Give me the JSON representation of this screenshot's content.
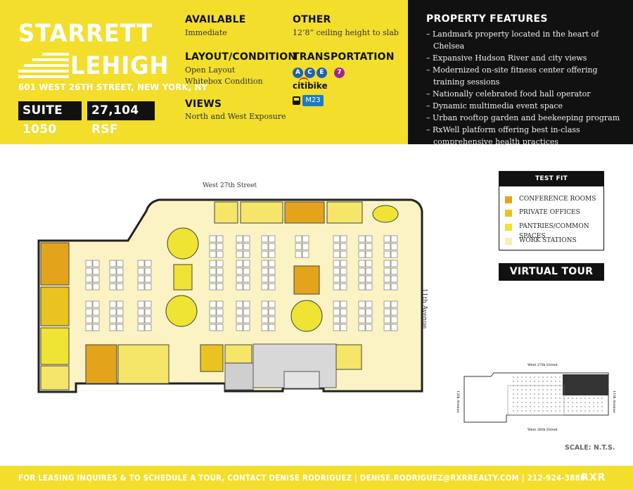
{
  "brand": {
    "line1": "STARRETT",
    "line2": "LEHIGH",
    "address": "601 WEST 26TH STREET, NEW YORK, NY",
    "suite": "SUITE 1050",
    "rsf": "27,104 RSF"
  },
  "details": {
    "available": {
      "heading": "AVAILABLE",
      "text": "Immediate"
    },
    "layout": {
      "heading": "LAYOUT/CONDITION",
      "lines": [
        "Open Layout",
        "Whitebox Condition"
      ]
    },
    "views": {
      "heading": "VIEWS",
      "text": "North and West Exposure"
    },
    "other": {
      "heading": "OTHER",
      "text": "12’8” ceiling height to slab"
    },
    "transportation": {
      "heading": "TRANSPORTATION",
      "subway_lines": [
        {
          "label": "A",
          "color": "#1f5fb4"
        },
        {
          "label": "C",
          "color": "#1f5fb4"
        },
        {
          "label": "E",
          "color": "#1f5fb4"
        },
        {
          "label": "7",
          "color": "#9c2a8e"
        }
      ],
      "bike": "citibike",
      "bus": "M23"
    }
  },
  "features": {
    "heading": "PROPERTY FEATURES",
    "items": [
      "Landmark property located in the heart of Chelsea",
      "Expansive Hudson River and city views",
      "Modernized on-site fitness center offering training sessions",
      "Nationally celebrated food hall operator",
      "Dynamic multimedia event space",
      "Urban rooftop garden and beekeeping program",
      "RxWell platform offering best in-class comprehensive health practices"
    ]
  },
  "plan": {
    "north_street": "West 27th Street",
    "east_avenue": "11th Avenue",
    "keyplan": {
      "north_street": "West 27th Street",
      "south_street": "West 26th Street",
      "east_avenue": "11th Avenue",
      "west_avenue": "12th Avenue"
    },
    "scale": "SCALE: N.T.S."
  },
  "legend": {
    "title": "TEST FIT",
    "items": [
      {
        "label": "CONFERENCE ROOMS",
        "color": "#e3a41c"
      },
      {
        "label": "PRIVATE OFFICES",
        "color": "#e9c420"
      },
      {
        "label": "PANTRIES/COMMON SPACES",
        "color": "#efe334"
      },
      {
        "label": "WORK STATIONS",
        "color": "#f7efb4"
      }
    ]
  },
  "virtual_tour": "VIRTUAL TOUR",
  "footer": {
    "text": "FOR LEASING INQUIRES & TO SCHEDULE A TOUR, CONTACT DENISE RODRIGUEZ | DENISE.RODRIGUEZ@RXRREALTY.COM | 212-924-3880",
    "logo": "RXR"
  },
  "colors": {
    "brand_yellow": "#f3de2c",
    "panel_black": "#111111"
  }
}
